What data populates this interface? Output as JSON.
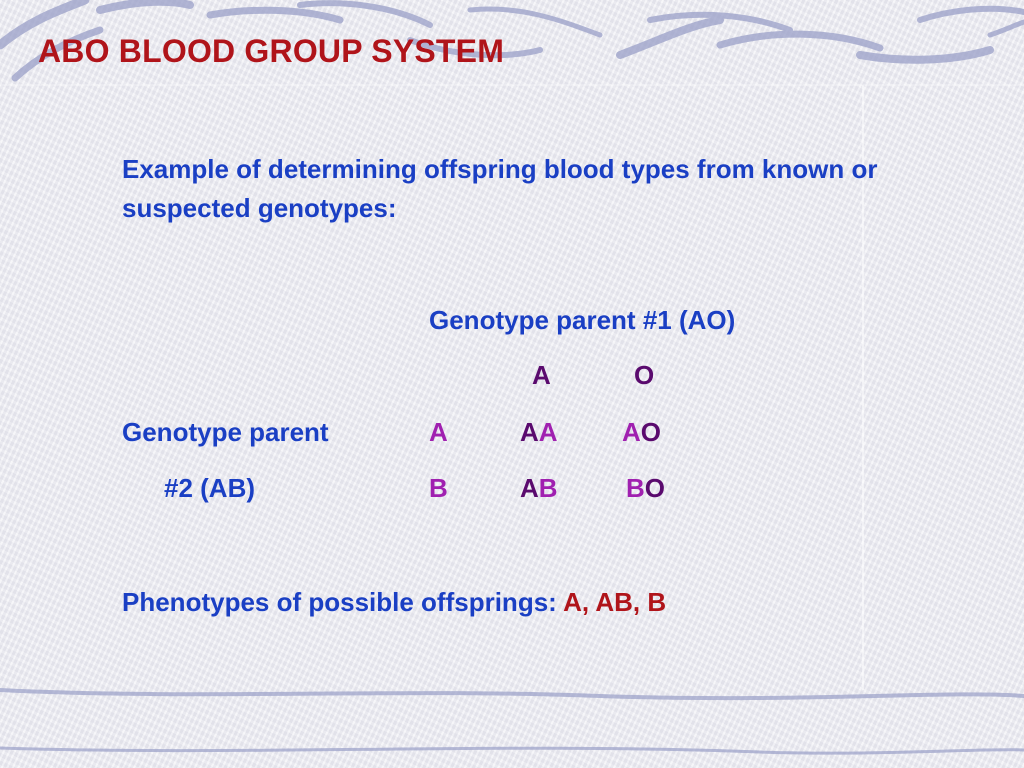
{
  "slide": {
    "title": "ABO BLOOD GROUP SYSTEM",
    "intro": "Example of determining offspring blood types from known or suspected genotypes:"
  },
  "punnett": {
    "parent1_label": "Genotype parent #1 (AO)",
    "parent1_alleles": [
      "A",
      "O"
    ],
    "parent2_label_line1": "Genotype parent",
    "parent2_label_line2": "#2 (AB)",
    "parent2_alleles": [
      "A",
      "B"
    ],
    "cells": [
      [
        {
          "first": "A",
          "second": "A"
        },
        {
          "first": "A",
          "second": "O"
        }
      ],
      [
        {
          "first": "A",
          "second": "B"
        },
        {
          "first": "B",
          "second": "O"
        }
      ]
    ]
  },
  "phenotypes": {
    "label": "Phenotypes of possible offsprings:",
    "values": "A, AB, B"
  },
  "colors": {
    "title": "#b0141a",
    "body_text": "#1a3fc4",
    "allele_light": "#a020b0",
    "allele_dark": "#5a0a6e",
    "result": "#b0141a",
    "background": "#eeeef3"
  }
}
